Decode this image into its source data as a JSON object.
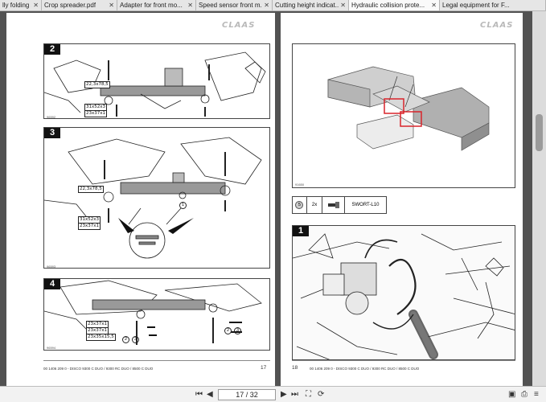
{
  "tabs": [
    {
      "label": "lly folding sa...",
      "active": false
    },
    {
      "label": "Crop spreader.pdf",
      "active": false
    },
    {
      "label": "Adapter for front mo...",
      "active": false
    },
    {
      "label": "Speed sensor front m...",
      "active": false
    },
    {
      "label": "Cutting height indicat...",
      "active": false
    },
    {
      "label": "Hydraulic collision prote...",
      "active": true
    },
    {
      "label": "Legal equipment for F...",
      "active": false
    }
  ],
  "brand": "CLAAS",
  "left_page": {
    "figures": [
      {
        "number": "2",
        "id": "96592",
        "dims": [
          "22,3x78,5",
          "31x52x3",
          "23x37x1"
        ]
      },
      {
        "number": "3",
        "id": "96593",
        "dims": [
          "22,3x78,5",
          "31x52x3",
          "23x37x1"
        ],
        "callout": "1"
      },
      {
        "number": "4",
        "id": "96594",
        "dims": [
          "23x37x1",
          "23x37x1",
          "23x35x15,5"
        ],
        "callouts": [
          "2",
          "3",
          "2",
          "3"
        ]
      }
    ],
    "footer": "00 1406 209 0 - DISCO 9300 C DUO / 9300 RC DUO / 8500 C DUO",
    "page_number": "17"
  },
  "right_page": {
    "top_figure_id": "91650",
    "tool_row": {
      "icon_label": "5",
      "qty": "2x",
      "tool": "SWORT-L10"
    },
    "bottom_figure": {
      "number": "1"
    },
    "footer": "00 1406 209 0 - DISCO 9300 C DUO / 9300 RC DUO / 8500 C DUO",
    "page_number": "18"
  },
  "pager": {
    "value": "17 / 32"
  },
  "colors": {
    "highlight": "#d9242b"
  }
}
